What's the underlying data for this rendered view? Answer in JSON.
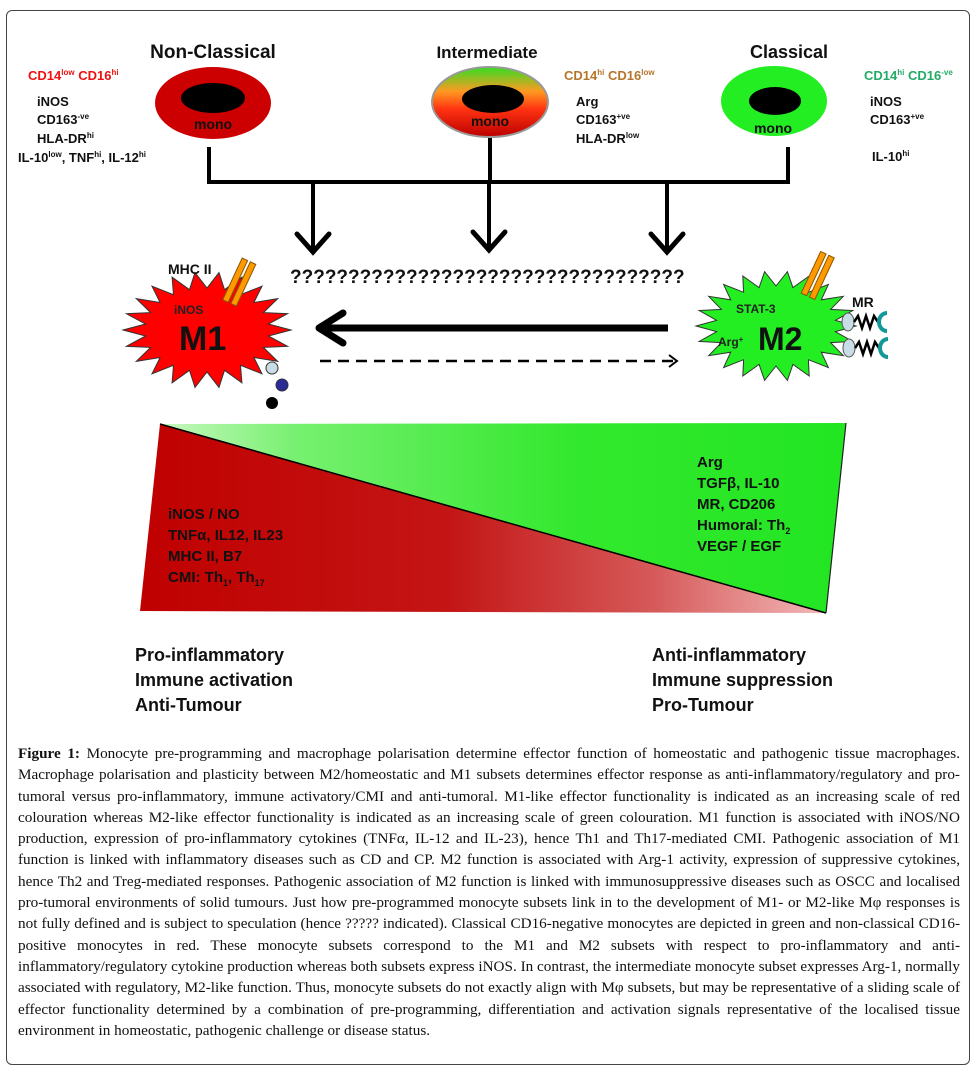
{
  "subsets": {
    "non_classical": {
      "title": "Non-Classical",
      "phenotype": {
        "a": "CD14",
        "a_sup": "low",
        "b": " CD16",
        "b_sup": "hi"
      },
      "markers": [
        {
          "t": "iNOS",
          "s": ""
        },
        {
          "t": "CD163",
          "s": "-ve"
        },
        {
          "t": "HLA-DR",
          "s": "hi"
        }
      ],
      "cytokines": {
        "a": "IL-10",
        "a_sup": "low",
        "b": ", TNF",
        "b_sup": "hi",
        "c": ", IL-12",
        "c_sup": "hi"
      },
      "cell_label": "mono",
      "color": "#cc0000",
      "phenotype_color": "#ee1111"
    },
    "intermediate": {
      "title": "Intermediate",
      "phenotype": {
        "a": "CD14",
        "a_sup": "hi",
        "b": " CD16",
        "b_sup": "low"
      },
      "markers": [
        {
          "t": "Arg",
          "s": ""
        },
        {
          "t": "CD163",
          "s": "+ve"
        },
        {
          "t": "HLA-DR",
          "s": "low"
        }
      ],
      "cell_label": "mono",
      "phenotype_color": "#b5752a"
    },
    "classical": {
      "title": "Classical",
      "phenotype": {
        "a": "CD14",
        "a_sup": "hi",
        "b": " CD16",
        "b_sup": "-ve"
      },
      "markers": [
        {
          "t": "iNOS",
          "s": ""
        },
        {
          "t": "CD163",
          "s": "+ve"
        }
      ],
      "cytokine": {
        "t": "IL-10",
        "s": "hi"
      },
      "cell_label": "mono",
      "color": "#22ee22",
      "phenotype_color": "#22aa66"
    }
  },
  "question_marks": "??????????????????????????????????",
  "m1": {
    "label": "M1",
    "inner": "iNOS",
    "receptor": "MHC II",
    "color": "#ff0000"
  },
  "m2": {
    "label": "M2",
    "inner_top": "STAT-3",
    "inner_left": "Arg",
    "inner_left_sup": "+",
    "receptor": "MR",
    "color": "#22ee22"
  },
  "wedge": {
    "m1_lines": [
      {
        "t": "iNOS / NO"
      },
      {
        "t": "TNFα, IL12, IL23"
      },
      {
        "t": "MHC II, B7"
      },
      {
        "t": "CMI: Th",
        "sub1": "1",
        "mid": ", Th",
        "sub2": "17"
      }
    ],
    "m2_lines": [
      {
        "t": "Arg"
      },
      {
        "t": "TGFβ, IL-10"
      },
      {
        "t": "MR, CD206"
      },
      {
        "t": "Humoral: Th",
        "sub1": "2"
      },
      {
        "t": "VEGF / EGF"
      }
    ],
    "red": "#c00000",
    "green": "#22e622"
  },
  "outcomes": {
    "left": [
      "Pro-inflammatory",
      "Immune activation",
      "Anti-Tumour"
    ],
    "right": [
      "Anti-inflammatory",
      "Immune suppression",
      "Pro-Tumour"
    ]
  },
  "caption": {
    "label": "Figure 1:",
    "text": " Monocyte pre-programming and macrophage polarisation determine effector function of homeostatic and pathogenic tissue macrophages. Macrophage polarisation and plasticity between M2/homeostatic and M1 subsets determines effector response as anti-inflammatory/regulatory and pro-tumoral versus pro-inflammatory, immune activatory/CMI and anti-tumoral. M1-like effector functionality is indicated as an increasing scale of red colouration whereas M2-like effector functionality is indicated as an increasing scale of green colouration. M1 function is associated with iNOS/NO production, expression of pro-inflammatory cytokines (TNFα, IL-12 and IL-23), hence Th1 and Th17-mediated CMI. Pathogenic association of M1 function is linked with inflammatory diseases such as CD and CP. M2 function is associated with Arg-1 activity, expression of suppressive cytokines, hence Th2 and Treg-mediated responses. Pathogenic association of M2 function is linked with immunosuppressive diseases such as OSCC and localised pro-tumoral environments of solid tumours. Just how pre-programmed monocyte subsets link in to the development of M1- or M2-like Mφ responses is not fully defined and is subject to speculation (hence ????? indicated). Classical CD16-negative monocytes are depicted in green and non-classical CD16-positive monocytes in red. These monocyte subsets correspond to the M1 and M2 subsets with respect to pro-inflammatory and anti-inflammatory/regulatory cytokine production whereas both subsets express iNOS. In contrast, the intermediate monocyte subset expresses Arg-1, normally associated with regulatory, M2-like function. Thus, monocyte subsets do not exactly align with Mφ subsets, but may be representative of a sliding scale of effector functionality determined by a combination of pre-programming, differentiation and activation signals representative of the localised tissue environment in homeostatic, pathogenic challenge or disease status."
  }
}
